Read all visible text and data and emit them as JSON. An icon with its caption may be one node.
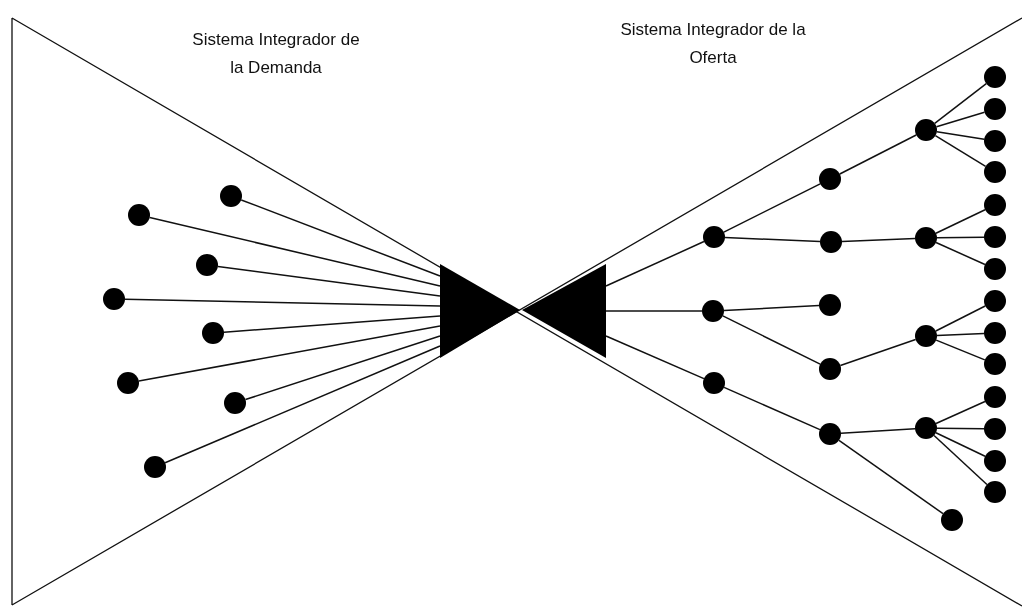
{
  "diagram": {
    "nodes": [
      {
        "text": [],
        "shape": "triangle"
      },
      {
        "text": [],
        "shape": "triangle"
      },
      {
        "text": [],
        "shape": "circle"
      },
      {
        "text": [],
        "shape": "circle"
      },
      {
        "text": [],
        "shape": "circle"
      },
      {
        "text": [],
        "shape": "circle"
      },
      {
        "text": [],
        "shape": "circle"
      },
      {
        "text": [],
        "shape": "circle"
      },
      {
        "text": [],
        "shape": "circle"
      },
      {
        "text": [],
        "shape": "circle"
      },
      {
        "text": [],
        "shape": "circle"
      },
      {
        "text": [],
        "shape": "circle"
      },
      {
        "text": [],
        "shape": "circle"
      },
      {
        "text": [],
        "shape": "circle"
      },
      {
        "text": [],
        "shape": "circle"
      },
      {
        "text": [],
        "shape": "circle"
      },
      {
        "text": [],
        "shape": "circle"
      },
      {
        "text": [],
        "shape": "circle"
      },
      {
        "text": [],
        "shape": "circle"
      },
      {
        "text": [],
        "shape": "circle"
      },
      {
        "text": [],
        "shape": "circle"
      },
      {
        "text": [],
        "shape": "circle"
      },
      {
        "text": [],
        "shape": "circle"
      },
      {
        "text": [],
        "shape": "circle"
      },
      {
        "text": [],
        "shape": "circle"
      },
      {
        "text": [],
        "shape": "circle"
      },
      {
        "text": [],
        "shape": "circle"
      },
      {
        "text": [],
        "shape": "circle"
      },
      {
        "text": [],
        "shape": "circle"
      },
      {
        "text": [],
        "shape": "circle"
      },
      {
        "text": [],
        "shape": "circle"
      },
      {
        "text": [],
        "shape": "circle"
      },
      {
        "text": [],
        "shape": "circle"
      },
      {
        "text": [],
        "shape": "circle"
      },
      {
        "text": [],
        "shape": "circle"
      },
      {
        "text": [],
        "shape": "circle"
      },
      {
        "text": [],
        "shape": "circle"
      }
    ],
    "edges": [
      {
        "from": 2,
        "to": 0,
        "arrow": "none"
      },
      {
        "from": 3,
        "to": 0,
        "arrow": "none"
      },
      {
        "from": 4,
        "to": 0,
        "arrow": "none"
      },
      {
        "from": 5,
        "to": 0,
        "arrow": "none"
      },
      {
        "from": 6,
        "to": 0,
        "arrow": "none"
      },
      {
        "from": 7,
        "to": 0,
        "arrow": "none"
      },
      {
        "from": 8,
        "to": 0,
        "arrow": "none"
      },
      {
        "from": 9,
        "to": 0,
        "arrow": "none"
      },
      {
        "from": 1,
        "to": 10,
        "arrow": "none"
      },
      {
        "from": 1,
        "to": 11,
        "arrow": "none"
      },
      {
        "from": 1,
        "to": 12,
        "arrow": "none"
      },
      {
        "from": 10,
        "to": 13,
        "arrow": "none"
      },
      {
        "from": 10,
        "to": 14,
        "arrow": "none"
      },
      {
        "from": 11,
        "to": 15,
        "arrow": "none"
      },
      {
        "from": 11,
        "to": 16,
        "arrow": "none"
      },
      {
        "from": 12,
        "to": 17,
        "arrow": "none"
      },
      {
        "from": 13,
        "to": 19,
        "arrow": "none"
      },
      {
        "from": 14,
        "to": 20,
        "arrow": "none"
      },
      {
        "from": 16,
        "to": 21,
        "arrow": "none"
      },
      {
        "from": 17,
        "to": 22,
        "arrow": "none"
      },
      {
        "from": 17,
        "to": 18,
        "arrow": "none"
      },
      {
        "from": 19,
        "to": 23,
        "arrow": "none"
      },
      {
        "from": 19,
        "to": 24,
        "arrow": "none"
      },
      {
        "from": 19,
        "to": 25,
        "arrow": "none"
      },
      {
        "from": 19,
        "to": 26,
        "arrow": "none"
      },
      {
        "from": 20,
        "to": 27,
        "arrow": "none"
      },
      {
        "from": 20,
        "to": 28,
        "arrow": "none"
      },
      {
        "from": 20,
        "to": 29,
        "arrow": "none"
      },
      {
        "from": 21,
        "to": 30,
        "arrow": "none"
      },
      {
        "from": 21,
        "to": 31,
        "arrow": "none"
      },
      {
        "from": 21,
        "to": 32,
        "arrow": "none"
      },
      {
        "from": 22,
        "to": 33,
        "arrow": "none"
      },
      {
        "from": 22,
        "to": 34,
        "arrow": "none"
      },
      {
        "from": 22,
        "to": 35,
        "arrow": "none"
      },
      {
        "from": 22,
        "to": 36,
        "arrow": "none"
      }
    ],
    "labels": [
      "Sistema Integrador de la Demanda",
      "Sistema Integrador de la Oferta"
    ]
  }
}
